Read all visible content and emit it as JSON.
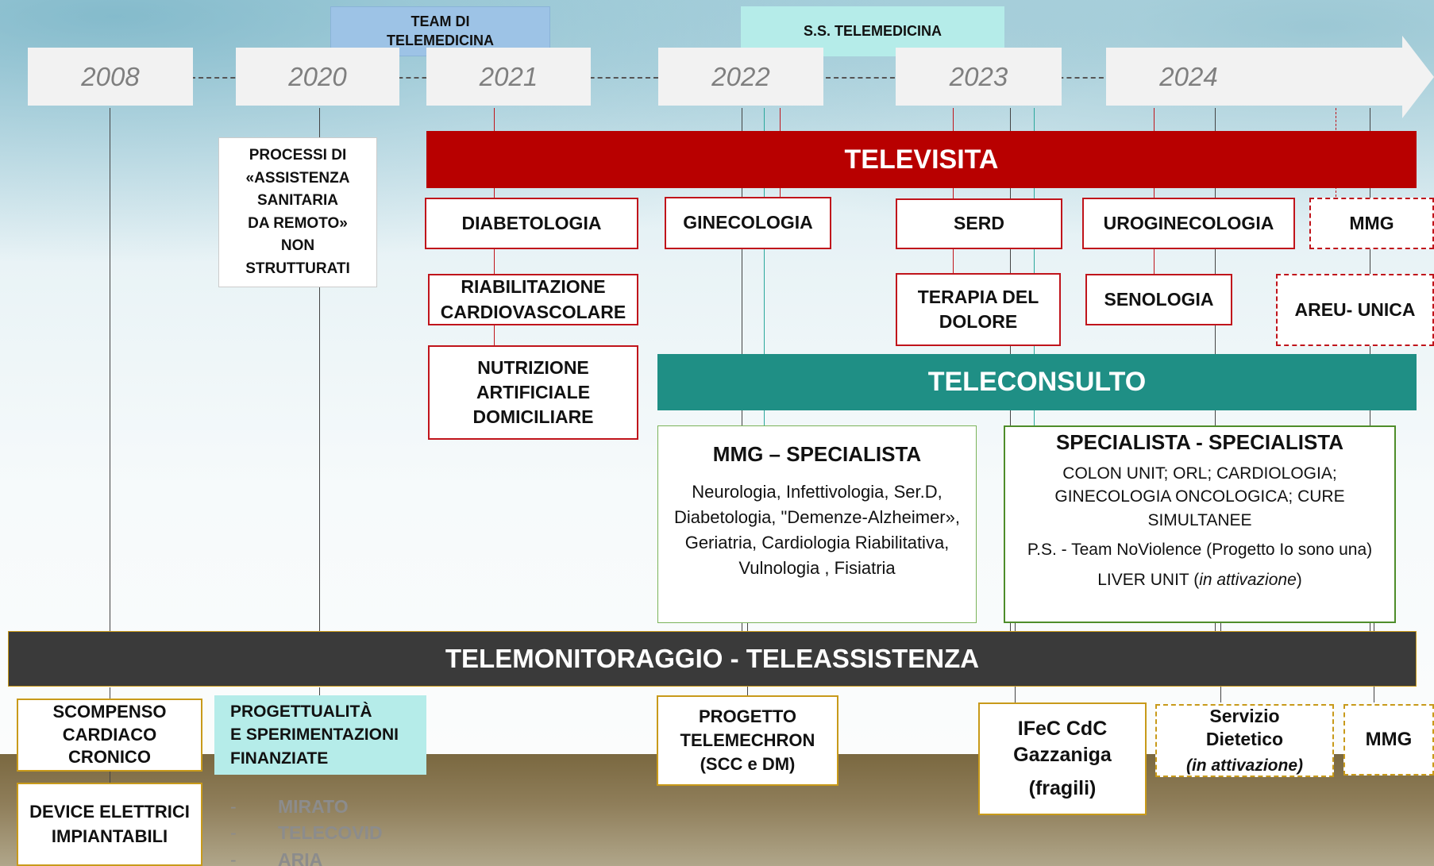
{
  "timeline": {
    "years": [
      "2008",
      "2020",
      "2021",
      "2022",
      "2023",
      "2024"
    ],
    "team_label": "TEAM DI\nTELEMEDICINA",
    "ss_label": "S.S. TELEMEDICINA"
  },
  "processi": "PROCESSI DI\n«ASSISTENZA\nSANITARIA\nDA REMOTO»\nNON\nSTRUTTURATI",
  "televisita": {
    "title": "TELEVISITA",
    "diabetologia": "DIABETOLOGIA",
    "riabilitazione": "RIABILITAZIONE\nCARDIOVASCOLARE",
    "nutrizione": "NUTRIZIONE\nARTIFICIALE\nDOMICILIARE",
    "ginecologia": "GINECOLOGIA",
    "serd": "SERD",
    "terapia": "TERAPIA DEL\nDOLORE",
    "uroginecologia": "UROGINECOLOGIA",
    "senologia": "SENOLOGIA",
    "mmg": "MMG",
    "areu": "AREU- UNICA"
  },
  "teleconsulto": {
    "title": "TELECONSULTO",
    "mmg_title": "MMG – SPECIALISTA",
    "mmg_body": "Neurologia, Infettivologia, Ser.D, Diabetologia, \"Demenze-Alzheimer», Geriatria, Cardiologia Riabilitativa, Vulnologia , Fisiatria",
    "spec_title": "SPECIALISTA - SPECIALISTA",
    "spec_line1": "COLON UNIT; ORL; CARDIOLOGIA; GINECOLOGIA ONCOLOGICA; CURE SIMULTANEE",
    "spec_line2": "P.S. -  Team NoViolence (Progetto Io sono una)",
    "spec_line3_a": "LIVER UNIT (",
    "spec_line3_b": "in attivazione",
    "spec_line3_c": ")"
  },
  "telemonitoraggio": {
    "title": "TELEMONITORAGGIO - TELEASSISTENZA",
    "scompenso": "SCOMPENSO\nCARDIACO\nCRONICO",
    "device": "DEVICE ELETTRICI\nIMPIANTABILI",
    "progettualita": "PROGETTUALITÀ\nE SPERIMENTAZIONI\nFINANZIATE",
    "sub_items": [
      "MIRATO",
      "TELECOVID",
      "ARIA"
    ],
    "telemechron": "PROGETTO\nTELEMECHRON\n(SCC e DM)",
    "ifec_a": "IFeC CdC\nGazzaniga",
    "ifec_b": "(fragili)",
    "servizio": "Servizio\nDietetico",
    "servizio_note": "(in attivazione)",
    "mmg": "MMG"
  },
  "colors": {
    "televisita": "#b80000",
    "teleconsulto": "#1f8f85",
    "telemonitoraggio": "#3a3a3a",
    "team": "#9dc3e6",
    "ss": "#b5ece9",
    "progettualita": "#b5ece9"
  }
}
